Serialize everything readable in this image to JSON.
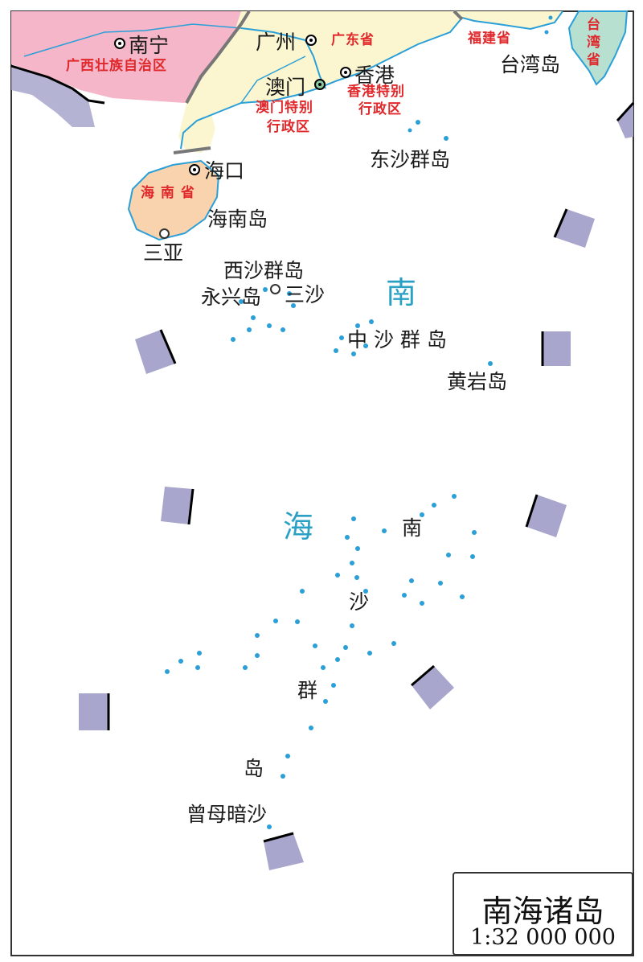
{
  "labels": {
    "nanning": "南宁",
    "guangxi": "广西壮族自治区",
    "guangzhou": "广州",
    "guangdong": "广东省",
    "fujian": "福建省",
    "taiwan_province": "台湾省",
    "taiwan_island": "台湾岛",
    "macau": "澳门",
    "macau_sar": [
      "澳门特别",
      "行政区"
    ],
    "hongkong": "香港",
    "hongkong_sar": [
      "香港特别",
      "行政区"
    ],
    "dongsha": "东沙群岛",
    "haikou": "海口",
    "hainan_province": "海 南 省",
    "hainan_island": "海南岛",
    "sanya": "三亚",
    "xisha": "西沙群岛",
    "yongxing": "永兴岛",
    "sansha": "三沙",
    "zhongsha": "中 沙 群 岛",
    "huangyan": "黄岩岛",
    "zengmu": "曾母暗沙",
    "nansha_chars": [
      "南",
      "沙",
      "群",
      "岛"
    ],
    "sea_chars": [
      "南",
      "海"
    ]
  },
  "legend": {
    "title": "南海诸岛",
    "scale": "1:32 000 000"
  },
  "colors": {
    "guangxi": "#f4b6c8",
    "guangdong": "#fbf6cf",
    "hainan": "#f9d3ad",
    "taiwan": "#b8e0d0",
    "water": "#2a9fd8",
    "island_dot": "#2a9fd8",
    "sea_label": "#2aa0c4",
    "admin_label": "#e0282b",
    "boundary_grey": "#777777"
  }
}
